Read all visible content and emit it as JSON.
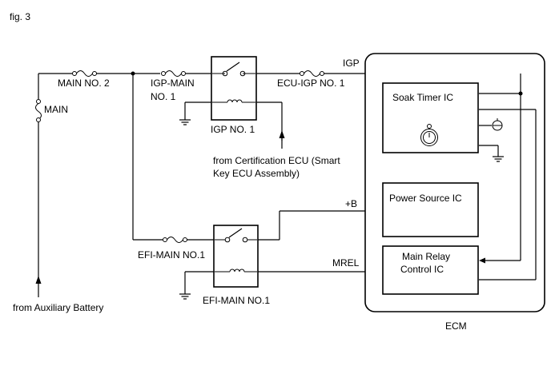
{
  "figure_label": "fig. 3",
  "labels": {
    "main_no2": "MAIN NO. 2",
    "main": "MAIN",
    "igp_main_line1": "IGP-MAIN",
    "igp_main_line2": "NO. 1",
    "igp_relay": "IGP NO. 1",
    "ecu_igp": "ECU-IGP NO. 1",
    "igp": "IGP",
    "from_cert_line1": "from Certification ECU (Smart",
    "from_cert_line2": "Key ECU Assembly)",
    "plus_b": "+B",
    "efi_main_fuse": "EFI-MAIN NO.1",
    "mrel": "MREL",
    "efi_main_relay": "EFI-MAIN NO.1",
    "from_battery": "from Auxiliary Battery",
    "ecm": "ECM"
  },
  "ecm_blocks": {
    "soak_timer": "Soak Timer IC",
    "power_source": "Power Source IC",
    "main_relay_line1": "Main Relay",
    "main_relay_line2": "Control IC"
  },
  "icons": [
    "fuse-icon",
    "relay-icon",
    "ground-icon",
    "clock-icon",
    "arrow-up-icon"
  ]
}
